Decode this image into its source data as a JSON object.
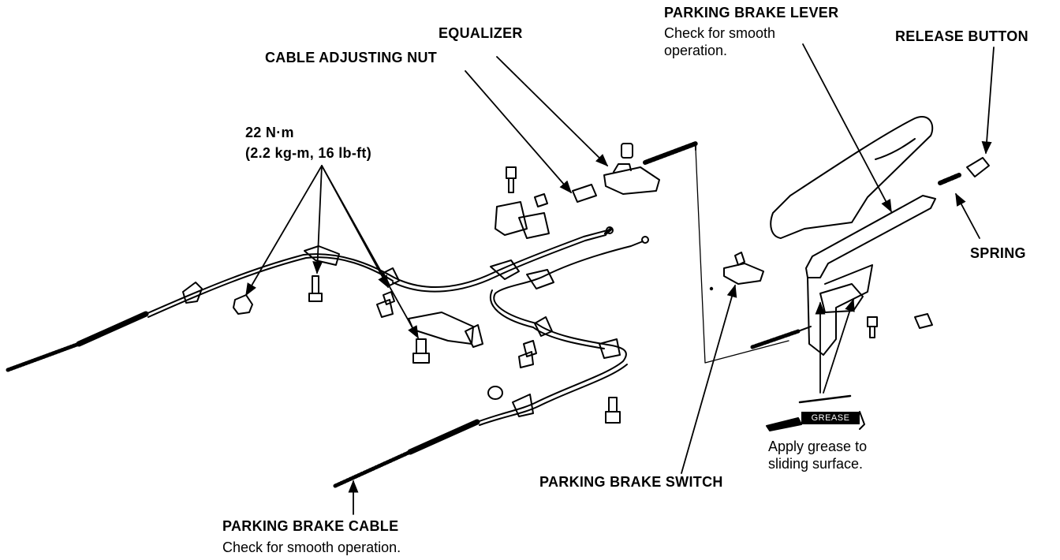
{
  "colors": {
    "line": "#000000",
    "background": "#ffffff"
  },
  "labels": {
    "equalizer": "EQUALIZER",
    "cable_adjusting_nut": "CABLE ADJUSTING NUT",
    "parking_brake_lever": "PARKING BRAKE LEVER",
    "lever_note": [
      "Check for smooth",
      "operation."
    ],
    "release_button": "RELEASE BUTTON",
    "spring": "SPRING",
    "torque_value": "22 N·m",
    "torque_conversion": "(2.2 kg-m, 16 lb-ft)",
    "grease_tag": "GREASE",
    "grease_note": [
      "Apply grease to",
      "sliding surface."
    ],
    "parking_brake_switch": "PARKING BRAKE SWITCH",
    "parking_brake_cable": "PARKING BRAKE CABLE",
    "cable_note": "Check for smooth operation."
  }
}
